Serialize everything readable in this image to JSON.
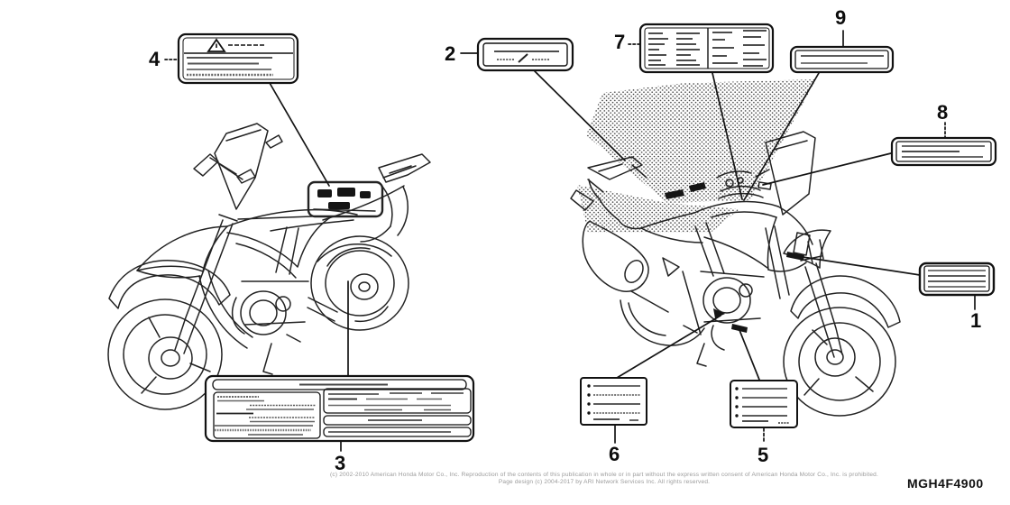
{
  "page": {
    "background": "#ffffff",
    "part_code": "MGH4F4900",
    "copyright_line1": "(c) 2002-2010 American Honda Motor Co., Inc. Reproduction of the contents of this publication in whole or in part without the express written consent of American Honda Motor Co., Inc. is prohibited.",
    "copyright_line2": "Page design (c) 2004-2017 by ARI Network Services Inc. All rights reserved."
  },
  "diagram": {
    "type": "parts-location-diagram",
    "subject": "caution and information labels, motorcycle left and right views",
    "callouts": {
      "c1": "1",
      "c2": "2",
      "c3": "3",
      "c4": "4",
      "c5": "5",
      "c6": "6",
      "c7": "7",
      "c8": "8",
      "c9": "9"
    },
    "colors": {
      "line": "#222222",
      "leader": "#141414",
      "placeholder_text": "#555555",
      "halftone": "#2a2a2a"
    }
  }
}
